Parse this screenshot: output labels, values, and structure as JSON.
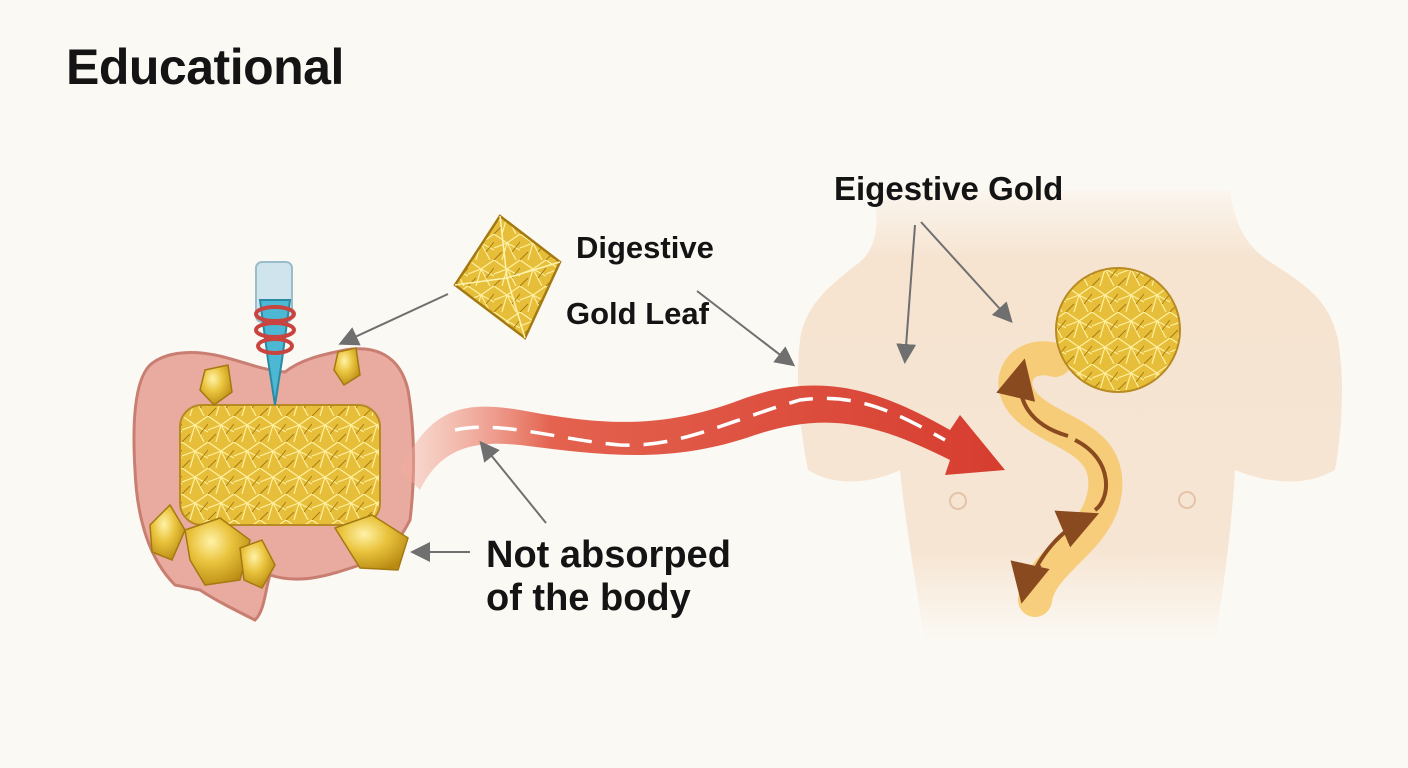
{
  "title": "Educational",
  "labels": {
    "digestive": "Digestive",
    "gold_leaf": "Gold Leaf",
    "eigestive_gold": "Eigestive Gold",
    "not_absorbed_line1": "Not absorped",
    "not_absorbed_line2": "of the body"
  },
  "colors": {
    "background": "#fbf9f4",
    "gold": "#e8c13a",
    "intestine": "#e4a59b",
    "flow_arrow": "#d9463a",
    "skin": "#f6e3cf",
    "pathway": "#f7c86a",
    "annotation_arrow": "#6f6f6f"
  }
}
